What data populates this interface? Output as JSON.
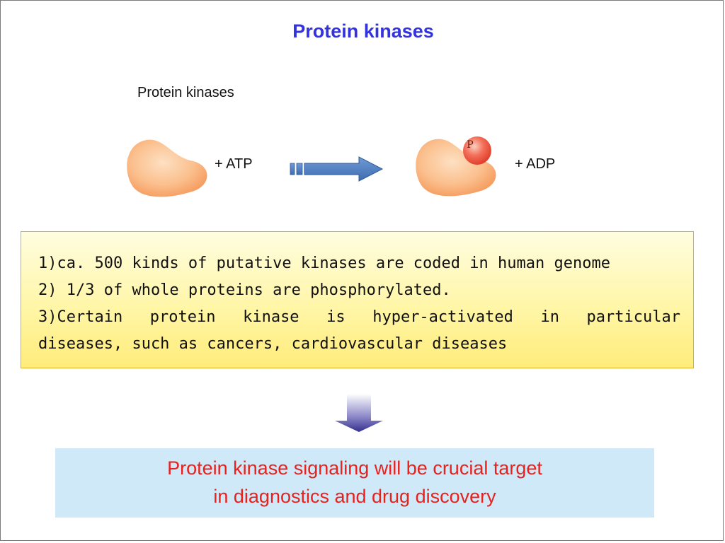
{
  "slide": {
    "title": "Protein kinases",
    "subtitle": "Protein kinases"
  },
  "reaction": {
    "reactant_label": "+ ATP",
    "product_label": "+ ADP",
    "phosphate_label": "P",
    "colors": {
      "protein": "#f9b27a",
      "phosphate": "#e83a2e",
      "arrow": "#4f7fc4"
    }
  },
  "facts": {
    "line1": "1)ca. 500 kinds of putative kinases are coded in human genome",
    "line2": "2) 1/3 of whole proteins are phosphorylated.",
    "line3a": "3)Certain protein kinase is hyper-activated in particular",
    "line3b": "diseases, such as cancers, cardiovascular diseases"
  },
  "conclusion": {
    "line1": "Protein kinase signaling will be crucial target",
    "line2": "in diagnostics and drug discovery"
  }
}
